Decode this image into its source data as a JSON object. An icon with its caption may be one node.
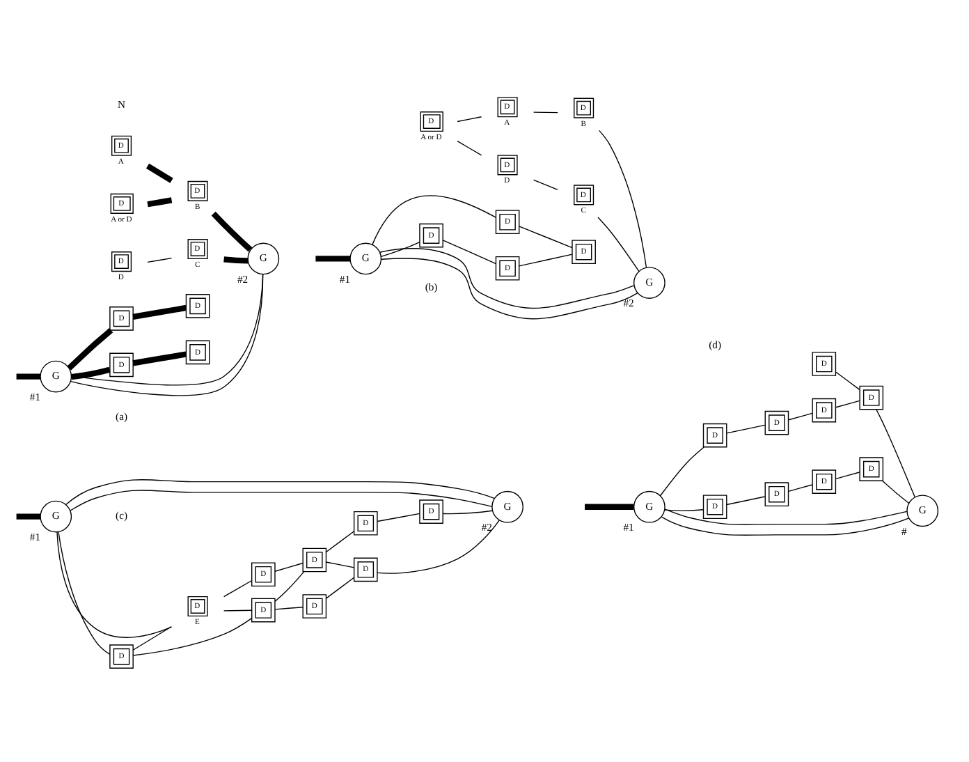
{
  "diagram": {
    "nodes": [
      {
        "text": [
          "G"
        ],
        "beside": [
          "#1"
        ]
      },
      {
        "text": [
          "G"
        ],
        "beside": [
          "#2"
        ]
      },
      {
        "text": [
          "D"
        ]
      },
      {
        "text": [
          "D"
        ]
      },
      {
        "text": [
          "D"
        ]
      },
      {
        "text": [
          "D"
        ]
      },
      {
        "text": [
          "D"
        ],
        "beside": [
          "D"
        ]
      },
      {
        "text": [
          "D"
        ],
        "beside": [
          "C"
        ]
      },
      {
        "text": [
          "D"
        ],
        "beside": [
          "B"
        ]
      },
      {
        "text": [
          "D"
        ],
        "beside": [
          "A or D"
        ]
      },
      {
        "text": [
          "D"
        ],
        "beside": [
          "A"
        ]
      },
      {
        "text": [
          "G"
        ],
        "beside": [
          "#1"
        ]
      },
      {
        "text": [
          "G"
        ],
        "beside": [
          "#2"
        ]
      },
      {
        "text": [
          "D"
        ]
      },
      {
        "text": [
          "D"
        ]
      },
      {
        "text": [
          "D"
        ]
      },
      {
        "text": [
          "D"
        ]
      },
      {
        "text": [
          "D"
        ],
        "beside": [
          "D"
        ]
      },
      {
        "text": [
          "D"
        ],
        "beside": [
          "C"
        ]
      },
      {
        "text": [
          "D"
        ],
        "beside": [
          "A or D"
        ]
      },
      {
        "text": [
          "D"
        ],
        "beside": [
          "B"
        ]
      },
      {
        "text": [
          "D"
        ],
        "beside": [
          "A"
        ]
      },
      {
        "text": [
          "G"
        ],
        "beside": [
          "#1"
        ]
      },
      {
        "text": [
          "G"
        ],
        "beside": [
          "#2"
        ]
      },
      {
        "text": [
          "D"
        ]
      },
      {
        "text": [
          "D"
        ],
        "beside": [
          "E"
        ]
      },
      {
        "text": [
          "D"
        ]
      },
      {
        "text": [
          "D"
        ]
      },
      {
        "text": [
          "D"
        ]
      },
      {
        "text": [
          "D"
        ]
      },
      {
        "text": [
          "D"
        ]
      },
      {
        "text": [
          "D"
        ]
      },
      {
        "text": [
          "D"
        ]
      },
      {
        "text": [
          "G"
        ],
        "beside": [
          "#1"
        ]
      },
      {
        "text": [
          "G"
        ],
        "beside": [
          "#"
        ]
      },
      {
        "text": [
          "D"
        ]
      },
      {
        "text": [
          "D"
        ]
      },
      {
        "text": [
          "D"
        ]
      },
      {
        "text": [
          "D"
        ]
      },
      {
        "text": [
          "D"
        ]
      },
      {
        "text": [
          "D"
        ]
      },
      {
        "text": [
          "D"
        ]
      },
      {
        "text": [
          "D"
        ]
      },
      {
        "text": [
          "D"
        ]
      }
    ],
    "edges": [
      {
        "from": null,
        "to": 0,
        "arrow": "none",
        "style": "thick"
      },
      {
        "from": 0,
        "to": 1,
        "arrow": "none"
      },
      {
        "from": 0,
        "to": 1,
        "arrow": "none"
      },
      {
        "from": 0,
        "to": 2,
        "arrow": "none",
        "style": "thick"
      },
      {
        "from": 2,
        "to": 3,
        "arrow": "none",
        "style": "thick"
      },
      {
        "from": 0,
        "to": 4,
        "arrow": "none",
        "style": "thick"
      },
      {
        "from": 4,
        "to": 5,
        "arrow": "none",
        "style": "thick"
      },
      {
        "from": 6,
        "to": 7,
        "arrow": "none"
      },
      {
        "from": 7,
        "to": 1,
        "arrow": "none",
        "style": "thick"
      },
      {
        "from": 9,
        "to": 8,
        "arrow": "none",
        "style": "thick"
      },
      {
        "from": 8,
        "to": 1,
        "arrow": "none",
        "style": "thick"
      },
      {
        "from": 10,
        "to": 8,
        "arrow": "none",
        "style": "thick"
      },
      {
        "from": null,
        "to": 11,
        "arrow": "none",
        "style": "thick"
      },
      {
        "from": 11,
        "to": 12,
        "arrow": "none"
      },
      {
        "from": 11,
        "to": 12,
        "arrow": "none"
      },
      {
        "from": 11,
        "to": 13,
        "arrow": "none"
      },
      {
        "from": 13,
        "to": 14,
        "arrow": "none"
      },
      {
        "from": 14,
        "to": 16,
        "arrow": "none"
      },
      {
        "from": 11,
        "to": 15,
        "arrow": "none"
      },
      {
        "from": 15,
        "to": 16,
        "arrow": "none"
      },
      {
        "from": 17,
        "to": 18,
        "arrow": "none"
      },
      {
        "from": 18,
        "to": 12,
        "arrow": "none"
      },
      {
        "from": 19,
        "to": 17,
        "arrow": "none"
      },
      {
        "from": 19,
        "to": 21,
        "arrow": "none"
      },
      {
        "from": 21,
        "to": 20,
        "arrow": "none"
      },
      {
        "from": 20,
        "to": 12,
        "arrow": "none"
      },
      {
        "from": null,
        "to": 22,
        "arrow": "none",
        "style": "thick"
      },
      {
        "from": 22,
        "to": 23,
        "arrow": "none"
      },
      {
        "from": 22,
        "to": 23,
        "arrow": "none"
      },
      {
        "from": 22,
        "to": 24,
        "arrow": "none"
      },
      {
        "from": 22,
        "to": 25,
        "arrow": "none"
      },
      {
        "from": 24,
        "to": 25,
        "arrow": "none"
      },
      {
        "from": 24,
        "to": 26,
        "arrow": "none"
      },
      {
        "from": 25,
        "to": 26,
        "arrow": "none"
      },
      {
        "from": 26,
        "to": 27,
        "arrow": "none"
      },
      {
        "from": 27,
        "to": 28,
        "arrow": "none"
      },
      {
        "from": 28,
        "to": 23,
        "arrow": "none"
      },
      {
        "from": 26,
        "to": 29,
        "arrow": "none"
      },
      {
        "from": 25,
        "to": 30,
        "arrow": "none"
      },
      {
        "from": 30,
        "to": 29,
        "arrow": "none"
      },
      {
        "from": 29,
        "to": 28,
        "arrow": "none"
      },
      {
        "from": 29,
        "to": 32,
        "arrow": "none"
      },
      {
        "from": 32,
        "to": 31,
        "arrow": "none"
      },
      {
        "from": 31,
        "to": 23,
        "arrow": "none"
      },
      {
        "from": null,
        "to": 33,
        "arrow": "none",
        "style": "thick"
      },
      {
        "from": 33,
        "to": 34,
        "arrow": "none"
      },
      {
        "from": 33,
        "to": 34,
        "arrow": "none"
      },
      {
        "from": 33,
        "to": 35,
        "arrow": "none"
      },
      {
        "from": 35,
        "to": 36,
        "arrow": "none"
      },
      {
        "from": 36,
        "to": 37,
        "arrow": "none"
      },
      {
        "from": 37,
        "to": 38,
        "arrow": "none"
      },
      {
        "from": 38,
        "to": 34,
        "arrow": "none"
      },
      {
        "from": 33,
        "to": 39,
        "arrow": "none"
      },
      {
        "from": 39,
        "to": 40,
        "arrow": "none"
      },
      {
        "from": 40,
        "to": 41,
        "arrow": "none"
      },
      {
        "from": 41,
        "to": 42,
        "arrow": "none"
      },
      {
        "from": 42,
        "to": 34,
        "arrow": "none"
      },
      {
        "from": 43,
        "to": 42,
        "arrow": "none"
      }
    ],
    "labels": [
      "N",
      "(a)",
      "(b)",
      "(c)",
      "(d)"
    ]
  }
}
